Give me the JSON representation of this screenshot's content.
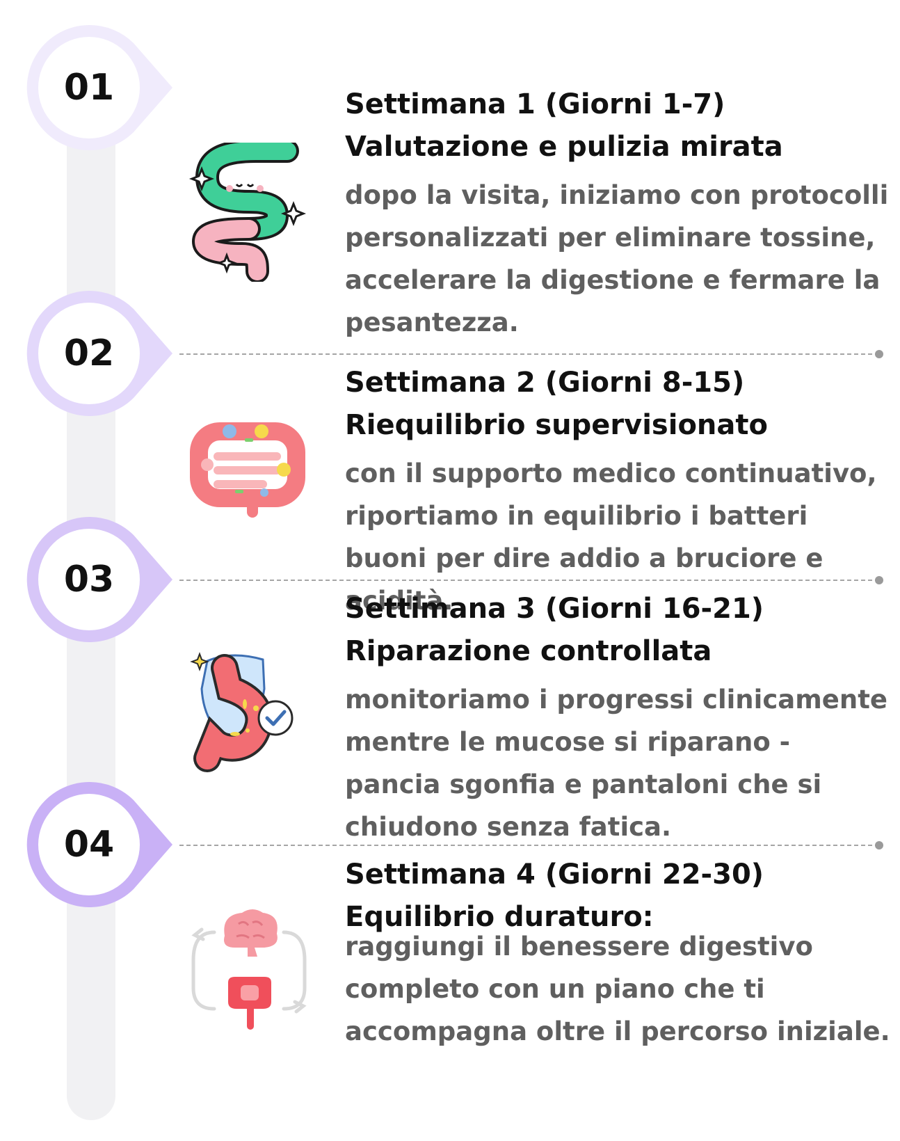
{
  "steps": [
    {
      "number": "01",
      "title": "Settimana 1 (Giorni 1-7) Valutazione e pulizia mirata",
      "description": "dopo la visita, iniziamo con protocolli personalizzati per eliminare tossine, accelerare la digestione e fermare la pesantezza.",
      "icon": "intestine-icon",
      "marker_color": "#f0ebfc"
    },
    {
      "number": "02",
      "title": "Settimana 2 (Giorni 8-15) Riequilibrio supervisionato",
      "description": "con il supporto medico continuativo, riportiamo in equilibrio i batteri buoni per dire addio a bruciore e acidità.",
      "icon": "gut-bacteria-icon",
      "marker_color": "#e3d8fb"
    },
    {
      "number": "03",
      "title": "Settimana 3 (Giorni 16-21) Riparazione controllata",
      "description": "monitoriamo i progressi clinicamente mentre le mucose si riparano - pancia sgonfia e pantaloni che si chiudono senza fatica.",
      "icon": "stomach-shield-icon",
      "marker_color": "#d7c6f8"
    },
    {
      "number": "04",
      "title": "Settimana 4 (Giorni 22-30) Equilibrio duraturo:",
      "description": "raggiungi il benessere digestivo completo con un piano che ti accompagna oltre il percorso iniziale.",
      "icon": "brain-gut-axis-icon",
      "marker_color": "#c9b1f6"
    }
  ]
}
